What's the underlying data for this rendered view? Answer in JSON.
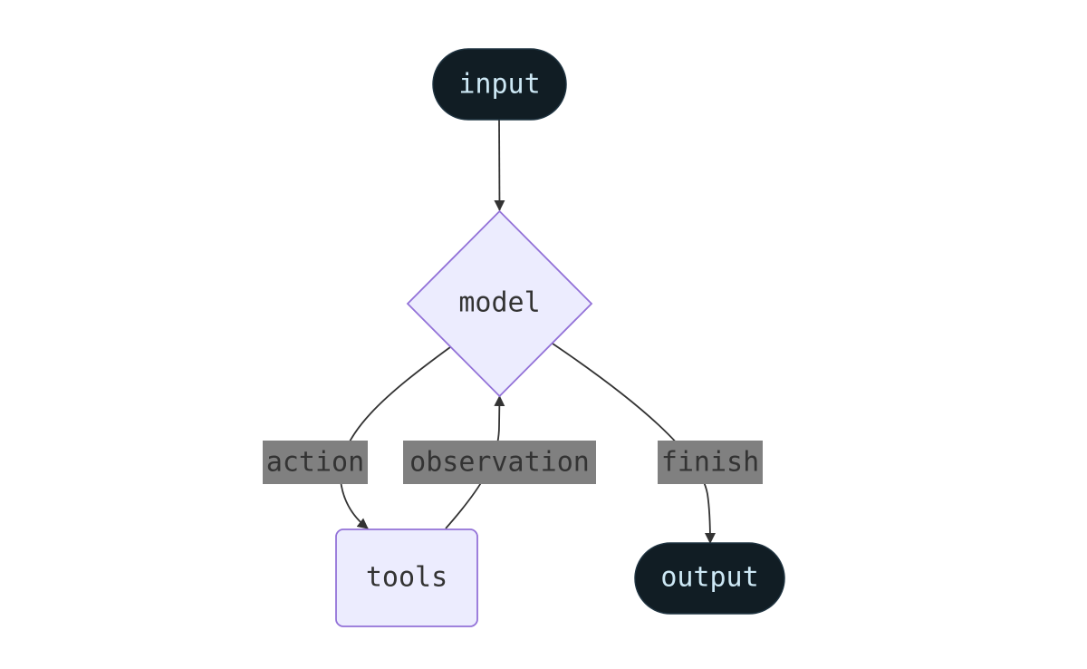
{
  "nodes": {
    "input": {
      "label": "input"
    },
    "model": {
      "label": "model"
    },
    "tools": {
      "label": "tools"
    },
    "output": {
      "label": "output"
    }
  },
  "edges": {
    "action": {
      "label": "action"
    },
    "observation": {
      "label": "observation"
    },
    "finish": {
      "label": "finish"
    }
  },
  "colors": {
    "terminal_fill": "#111d24",
    "terminal_text": "#cde8f5",
    "process_fill": "#ececfe",
    "process_stroke": "#9372d8",
    "process_text": "#333333",
    "edge": "#333333",
    "edge_label_bg": "#808080"
  }
}
